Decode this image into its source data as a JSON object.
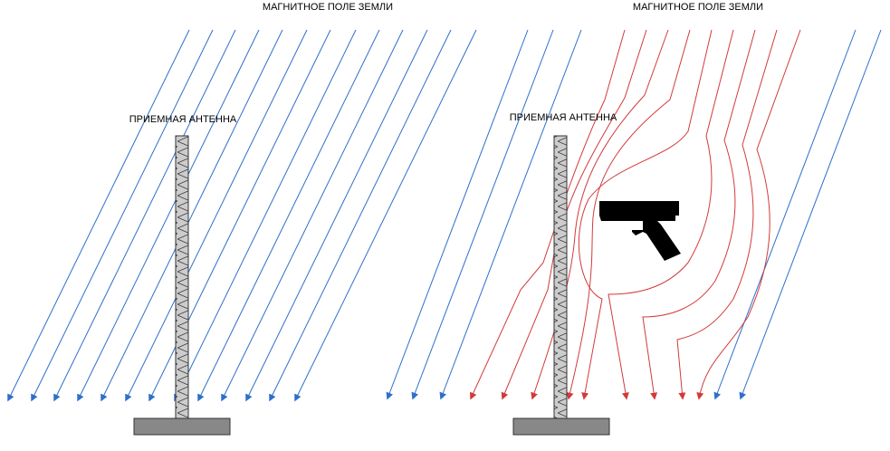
{
  "left_panel": {
    "title": "МАГНИТНОЕ ПОЛЕ ЗЕМЛИ",
    "antenna_label": "ПРИЕМНАЯ АНТЕННА"
  },
  "right_panel": {
    "title": "МАГНИТНОЕ ПОЛЕ ЗЕМЛИ",
    "antenna_label": "ПРИЕМНАЯ АНТЕННА",
    "object_icon": "pistol-icon"
  },
  "colors": {
    "field_line": "#2e6fcc",
    "distorted_line": "#d23a3a",
    "antenna_fill": "#cccccc",
    "base_fill": "#888888",
    "object_fill": "#000000"
  }
}
